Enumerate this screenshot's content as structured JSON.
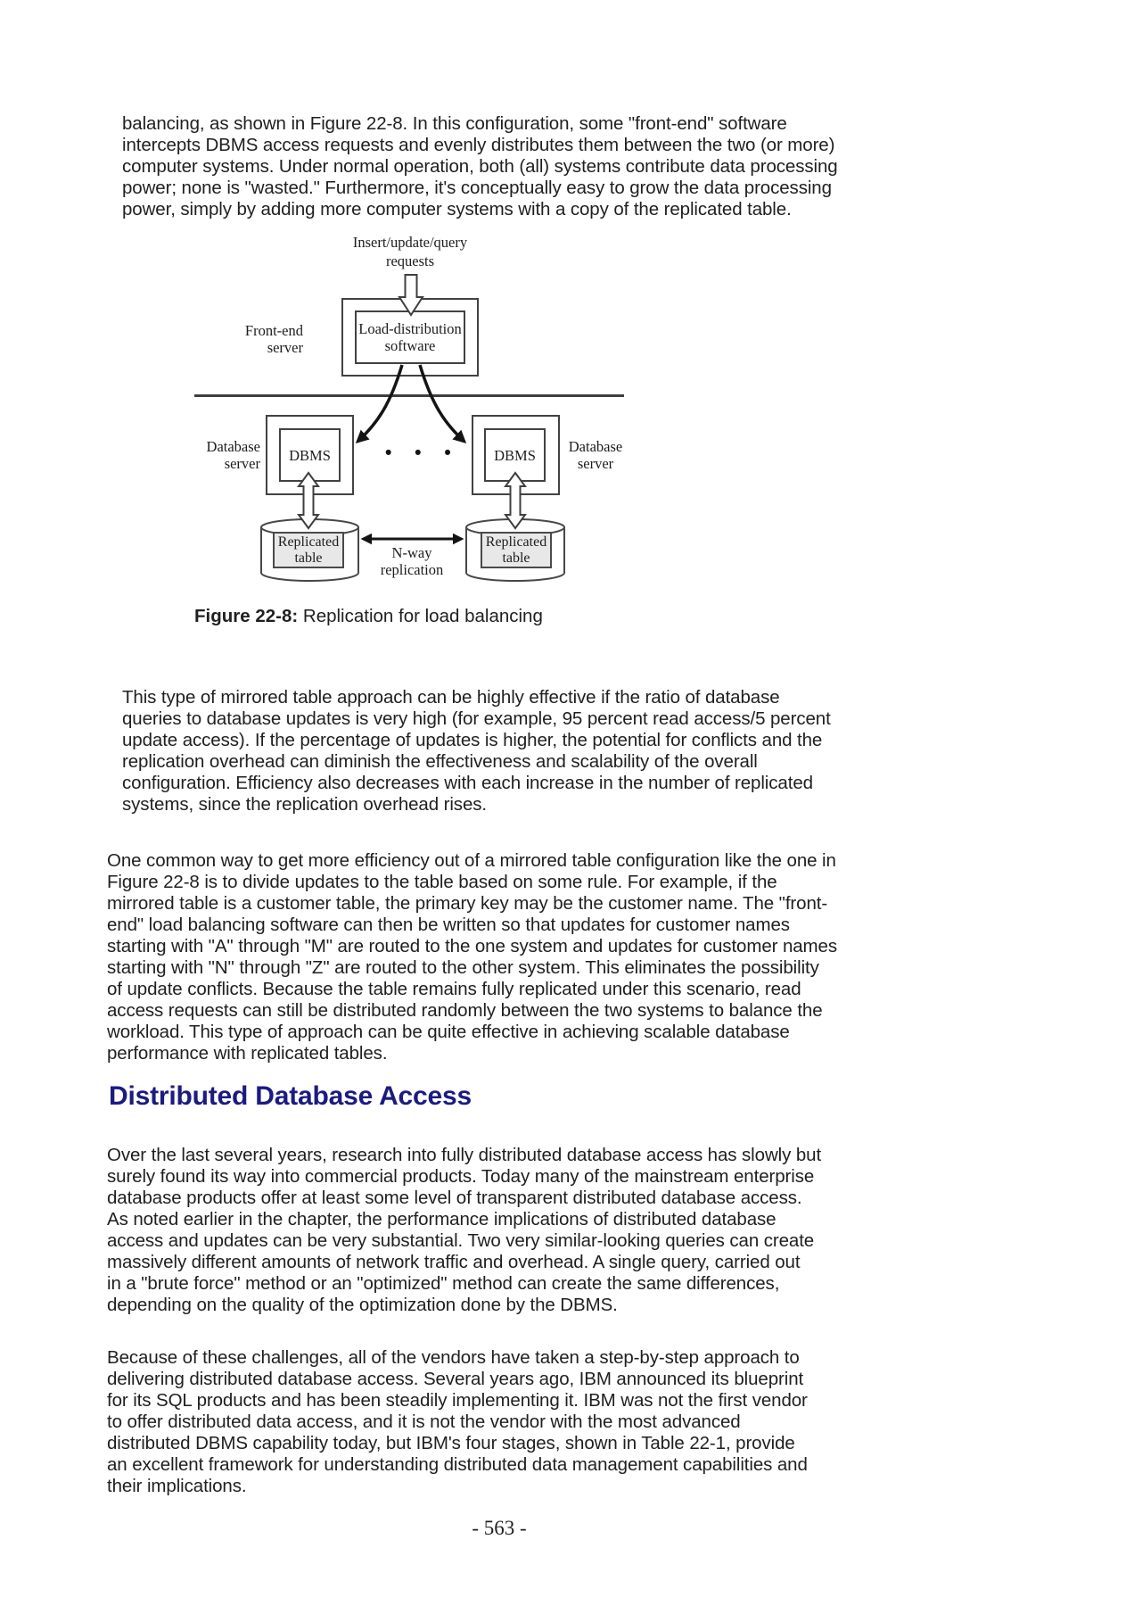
{
  "page": {
    "number_label": "- 563 -"
  },
  "colors": {
    "heading": "#1b1b80",
    "body_text": "#1f1f1f",
    "diagram_stroke": "#424242",
    "replicated_table_fill": "#e8e8e8"
  },
  "paragraphs": {
    "p1": {
      "lines": [
        "balancing, as shown in Figure 22-8. In this configuration, some \"front-end\" software",
        "intercepts DBMS access requests and evenly distributes them between the two (or more)",
        "computer systems. Under normal operation, both (all) systems contribute data processing",
        "power; none is \"wasted.\" Furthermore, it's conceptually easy to grow the data processing",
        "power, simply by adding more computer systems with a copy of the replicated table."
      ]
    },
    "p2": {
      "lines": [
        "This type of mirrored table approach can be highly effective if the ratio of database",
        "queries to database updates is very high (for example, 95 percent read access/5 percent",
        "update access). If the percentage of updates is higher, the potential for conflicts and the",
        "replication overhead can diminish the effectiveness and scalability of the overall",
        "configuration. Efficiency also decreases with each increase in the number of replicated",
        "systems, since the replication overhead rises."
      ]
    },
    "p3": {
      "lines": [
        "One common way to get more efficiency out of a mirrored table configuration like the one in",
        "Figure 22-8 is to divide updates to the table based on some rule. For example, if the",
        "mirrored table is a customer table, the primary key may be the customer name. The \"front-",
        "end\" load balancing software can then be written so that updates for customer names",
        "starting with \"A\" through \"M\" are routed to the one system and updates for customer names",
        "starting with \"N\" through \"Z\" are routed to the other system. This eliminates the possibility",
        "of update conflicts. Because the table remains fully replicated under this scenario, read",
        "access requests can still be distributed randomly between the two systems to balance the",
        "workload. This type of approach can be quite effective in achieving scalable database",
        "performance with replicated tables."
      ]
    },
    "p4": {
      "lines": [
        "Over the last several years, research into fully distributed database access has slowly but",
        "surely found its way into commercial products. Today many of the mainstream enterprise",
        "database products offer at least some level of transparent distributed database access.",
        "As noted earlier in the chapter, the performance implications of distributed database",
        "access and updates can be very substantial. Two very similar-looking queries can create",
        "massively different amounts of network traffic and overhead. A single query, carried out",
        "in a \"brute force\" method or an \"optimized\" method can create the same differences,",
        "depending on the quality of the optimization done by the DBMS."
      ]
    },
    "p5": {
      "lines": [
        "Because of these challenges, all of the vendors have taken a step-by-step approach to",
        "delivering distributed database access. Several years ago, IBM announced its blueprint",
        "for its SQL products and has been steadily implementing it. IBM was not the first vendor",
        "to offer distributed data access, and it is not the vendor with the most advanced",
        "distributed DBMS capability today, but IBM's four stages, shown in Table 22-1, provide",
        "an excellent framework for understanding distributed data management capabilities and",
        "their implications."
      ]
    }
  },
  "section_heading": "Distributed Database Access",
  "figure": {
    "caption_label": "Figure 22-8:",
    "caption_text": " Replication for load balancing",
    "labels": {
      "requests": [
        "Insert/update/query",
        "requests"
      ],
      "front_end_server": [
        "Front-end",
        "server"
      ],
      "load_distribution": [
        "Load-distribution",
        "software"
      ],
      "database_server_left": [
        "Database",
        "server"
      ],
      "database_server_right": [
        "Database",
        "server"
      ],
      "dbms_left": "DBMS",
      "dbms_right": "DBMS",
      "replicated_table_left": [
        "Replicated",
        "table"
      ],
      "replicated_table_right": [
        "Replicated",
        "table"
      ],
      "nway": [
        "N-way",
        "replication"
      ],
      "ellipsis": "• • •"
    }
  }
}
